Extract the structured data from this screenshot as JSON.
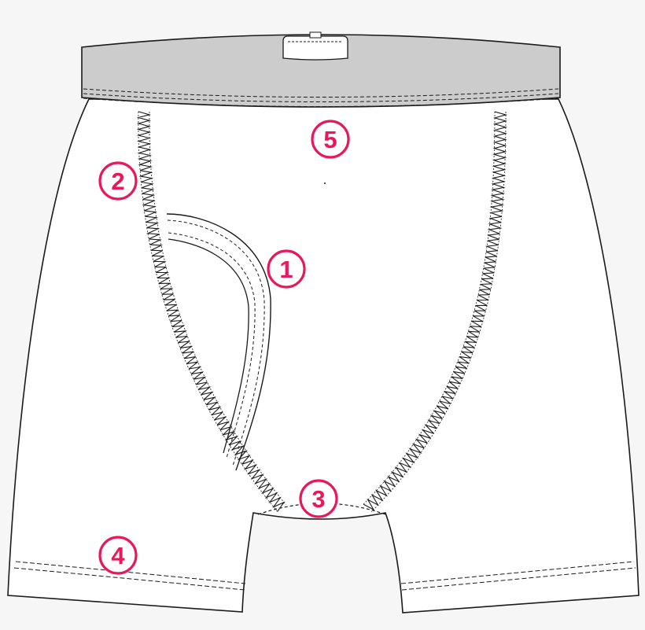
{
  "colors": {
    "background": "#f6f6f6",
    "garment_fill": "#ffffff",
    "outline": "#1a1a1a",
    "waistband_fill": "#cccccc",
    "marker_accent": "#e8185b"
  },
  "markers": [
    {
      "id": "fly-opening",
      "label": "1"
    },
    {
      "id": "front-pouch-seam",
      "label": "2"
    },
    {
      "id": "crotch-gusset",
      "label": "3"
    },
    {
      "id": "leg-hem",
      "label": "4"
    },
    {
      "id": "waistband",
      "label": "5"
    }
  ]
}
